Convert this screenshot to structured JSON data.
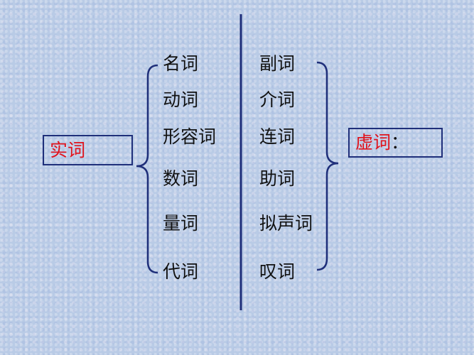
{
  "left_box": {
    "label": "实词"
  },
  "right_box": {
    "label": "虚词",
    "suffix": "："
  },
  "content_words": [
    "名词",
    "动词",
    "形容词",
    "数词",
    "量词",
    "代词"
  ],
  "function_words": [
    "副词",
    "介词",
    "连词",
    "助词",
    "拟声词",
    "叹词"
  ],
  "colors": {
    "background": "#b9cbe6",
    "line": "#1f2f7a",
    "box_label": "#e0121b",
    "text": "#111111"
  }
}
